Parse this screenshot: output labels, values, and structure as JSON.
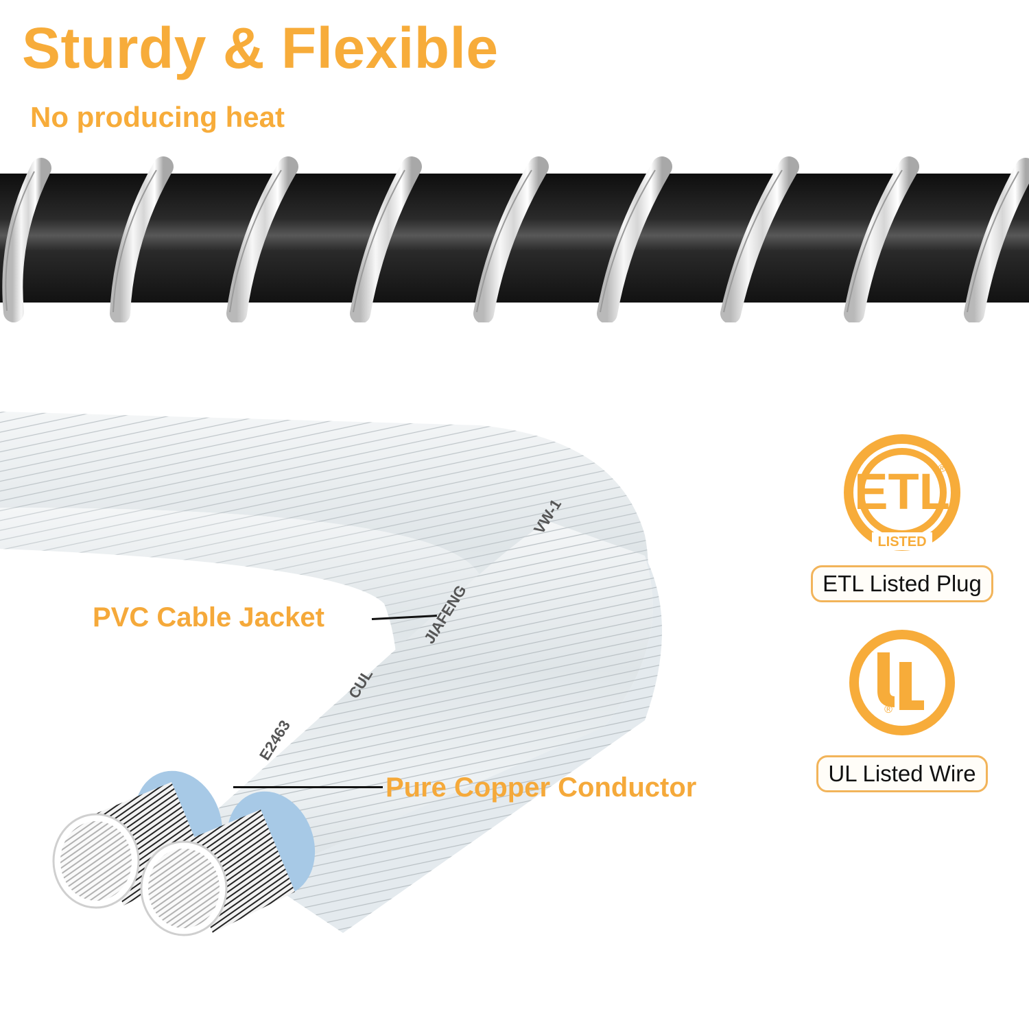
{
  "header": {
    "title": "Sturdy & Flexible",
    "subtitle": "No producing heat"
  },
  "callouts": {
    "jacket": "PVC Cable Jacket",
    "conductor": "Pure Copper Conductor"
  },
  "cable_markings": {
    "line1": "JIAFENG",
    "line2": "CUL",
    "line3": "E2463",
    "line4": "VW-1"
  },
  "certifications": [
    {
      "icon": "etl-listed-logo",
      "logo_text": "ETL",
      "logo_subtext": "LISTED",
      "label": "ETL Listed Plug"
    },
    {
      "icon": "ul-listed-logo",
      "logo_text": "UL",
      "label": "UL Listed Wire"
    }
  ],
  "colors": {
    "accent": "#f7ac3a",
    "badge_border": "#f2b45a",
    "cable_black": "#1c1c1c",
    "wire_clear": "#e9eef1",
    "insulation_blue": "#9fc4e4",
    "label_text": "#111111"
  }
}
